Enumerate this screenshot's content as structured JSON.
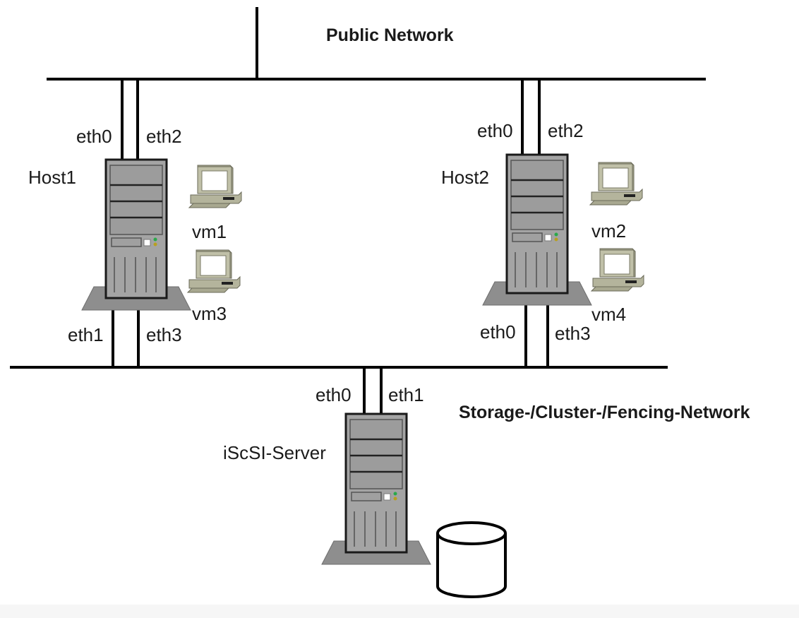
{
  "networks": {
    "public": {
      "label": "Public Network"
    },
    "storage": {
      "label": "Storage-/Cluster-/Fencing-Network"
    }
  },
  "hosts": [
    {
      "name": "Host1",
      "uplinks": [
        "eth0",
        "eth2"
      ],
      "downlinks": [
        "eth1",
        "eth3"
      ],
      "vms": [
        "vm1",
        "vm3"
      ]
    },
    {
      "name": "Host2",
      "uplinks": [
        "eth0",
        "eth2"
      ],
      "downlinks": [
        "eth0",
        "eth3"
      ],
      "vms": [
        "vm2",
        "vm4"
      ]
    }
  ],
  "iscsi_server": {
    "name": "iScSI-Server",
    "links": [
      "eth0",
      "eth1"
    ]
  },
  "storage_disk": {
    "icon": "database-cylinder-icon"
  },
  "colors": {
    "line": "#000000",
    "tower_body": "#a3a3a3",
    "tower_base": "#8c8c8c",
    "vm_beige": "#b8b8a0",
    "led_green": "#2aa84a",
    "led_yellow": "#b8a020"
  }
}
